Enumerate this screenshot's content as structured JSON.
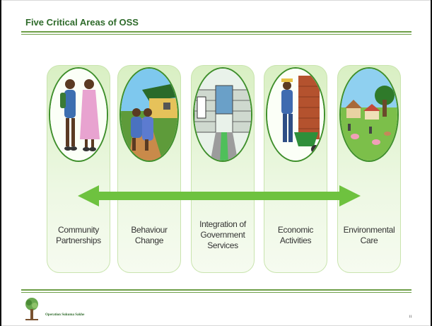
{
  "slide": {
    "title": "Five Critical Areas of OSS",
    "footer_text": "Operation Sukuma Sakhe",
    "page_number": "11"
  },
  "areas": [
    {
      "line1": "Community",
      "line2": "Partnerships",
      "line3": "",
      "picture": "two-women-talking"
    },
    {
      "line1": "Behaviour",
      "line2": "Change",
      "line3": "",
      "picture": "couple-near-house"
    },
    {
      "line1": "Integration of",
      "line2": "Government",
      "line3": "Services",
      "picture": "government-building"
    },
    {
      "line1": "Economic",
      "line2": "Activities",
      "line3": "",
      "picture": "worker-with-wheelbarrow"
    },
    {
      "line1": "Environmental",
      "line2": "Care",
      "line3": "",
      "picture": "village-scene"
    }
  ],
  "colors": {
    "accent_green": "#2f6b2b",
    "arrow_green": "#6ec23f",
    "column_fill": "#d9efc3",
    "oval_border": "#3f8f2c"
  }
}
